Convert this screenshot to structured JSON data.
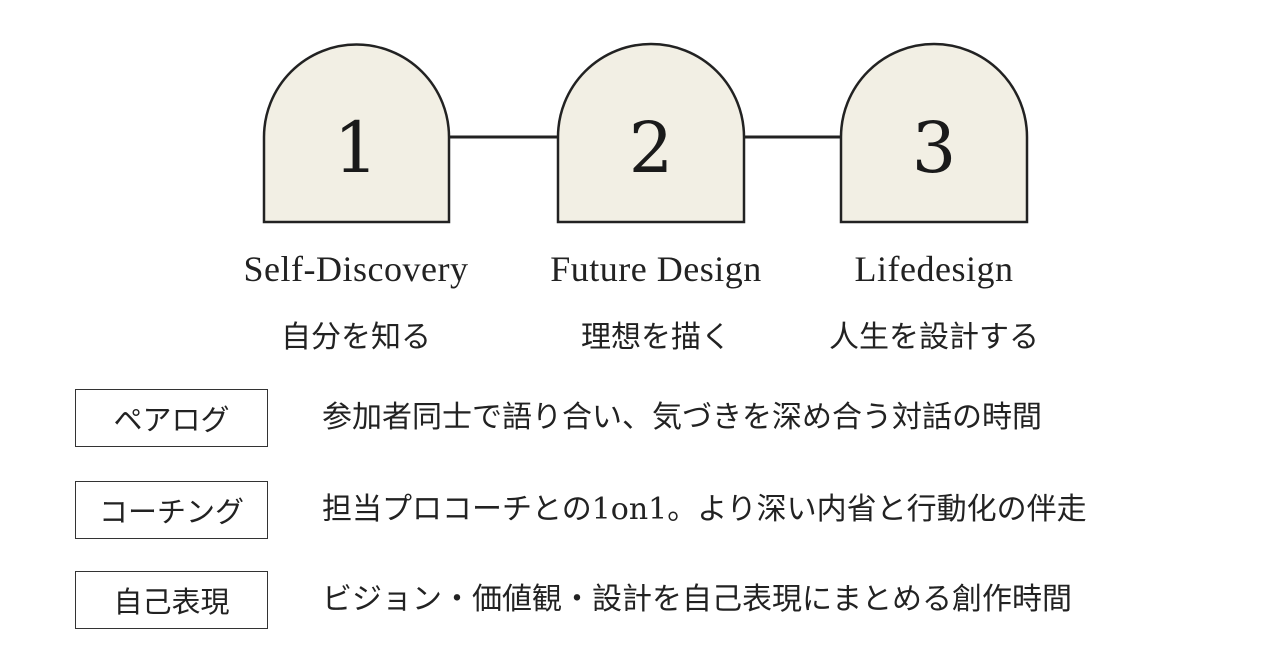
{
  "steps": [
    {
      "number": "1",
      "title": "Self-Discovery",
      "subtitle": "自分を知る"
    },
    {
      "number": "2",
      "title": "Future Design",
      "subtitle": "理想を描く"
    },
    {
      "number": "3",
      "title": "Lifedesign",
      "subtitle": "人生を設計する"
    }
  ],
  "programs": [
    {
      "tag": "ペアログ",
      "description": "参加者同士で語り合い、気づきを深め合う対話の時間"
    },
    {
      "tag": "コーチング",
      "description": "担当プロコーチとの1on1。より深い内省と行動化の伴走"
    },
    {
      "tag": "自己表現",
      "description": "ビジョン・価値観・設計を自己表現にまとめる創作時間"
    }
  ],
  "colors": {
    "arch_fill": "#f2efe4",
    "arch_stroke": "#222222",
    "text": "#222222"
  }
}
